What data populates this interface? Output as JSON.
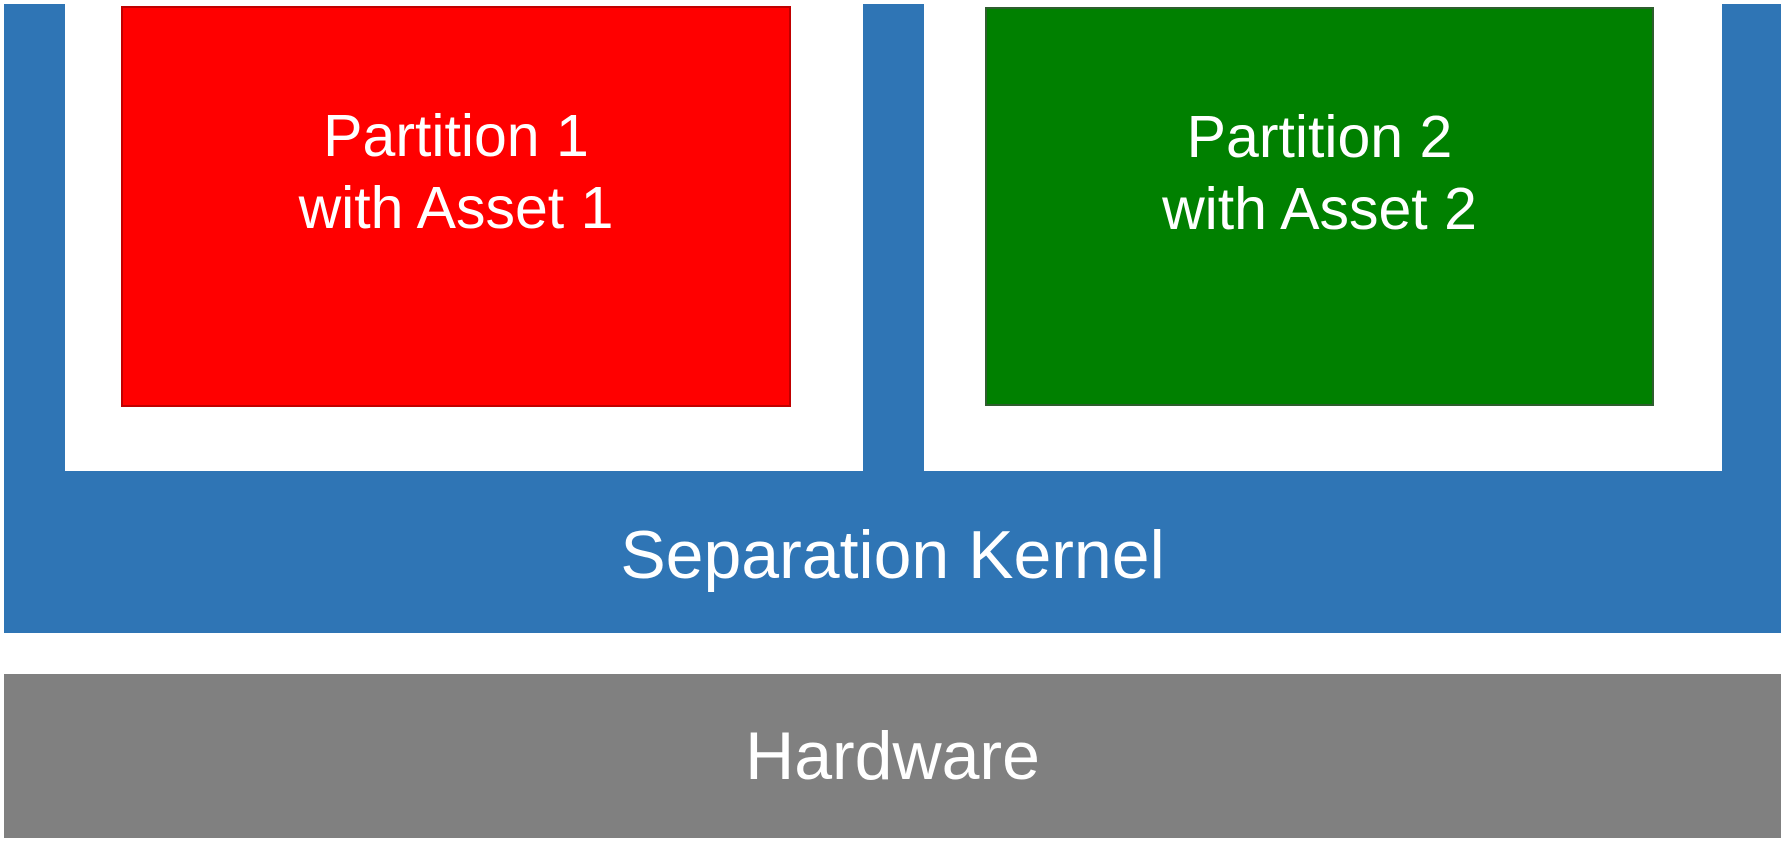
{
  "colors": {
    "kernel": "#2f75b5",
    "partition_1": "#ff0000",
    "partition_2": "#008000",
    "hardware": "#808080",
    "text": "#ffffff"
  },
  "partitions": [
    {
      "line1": "Partition 1",
      "line2": "with Asset 1"
    },
    {
      "line1": "Partition 2",
      "line2": "with Asset 2"
    }
  ],
  "kernel": {
    "label": "Separation Kernel"
  },
  "hardware": {
    "label": "Hardware"
  }
}
